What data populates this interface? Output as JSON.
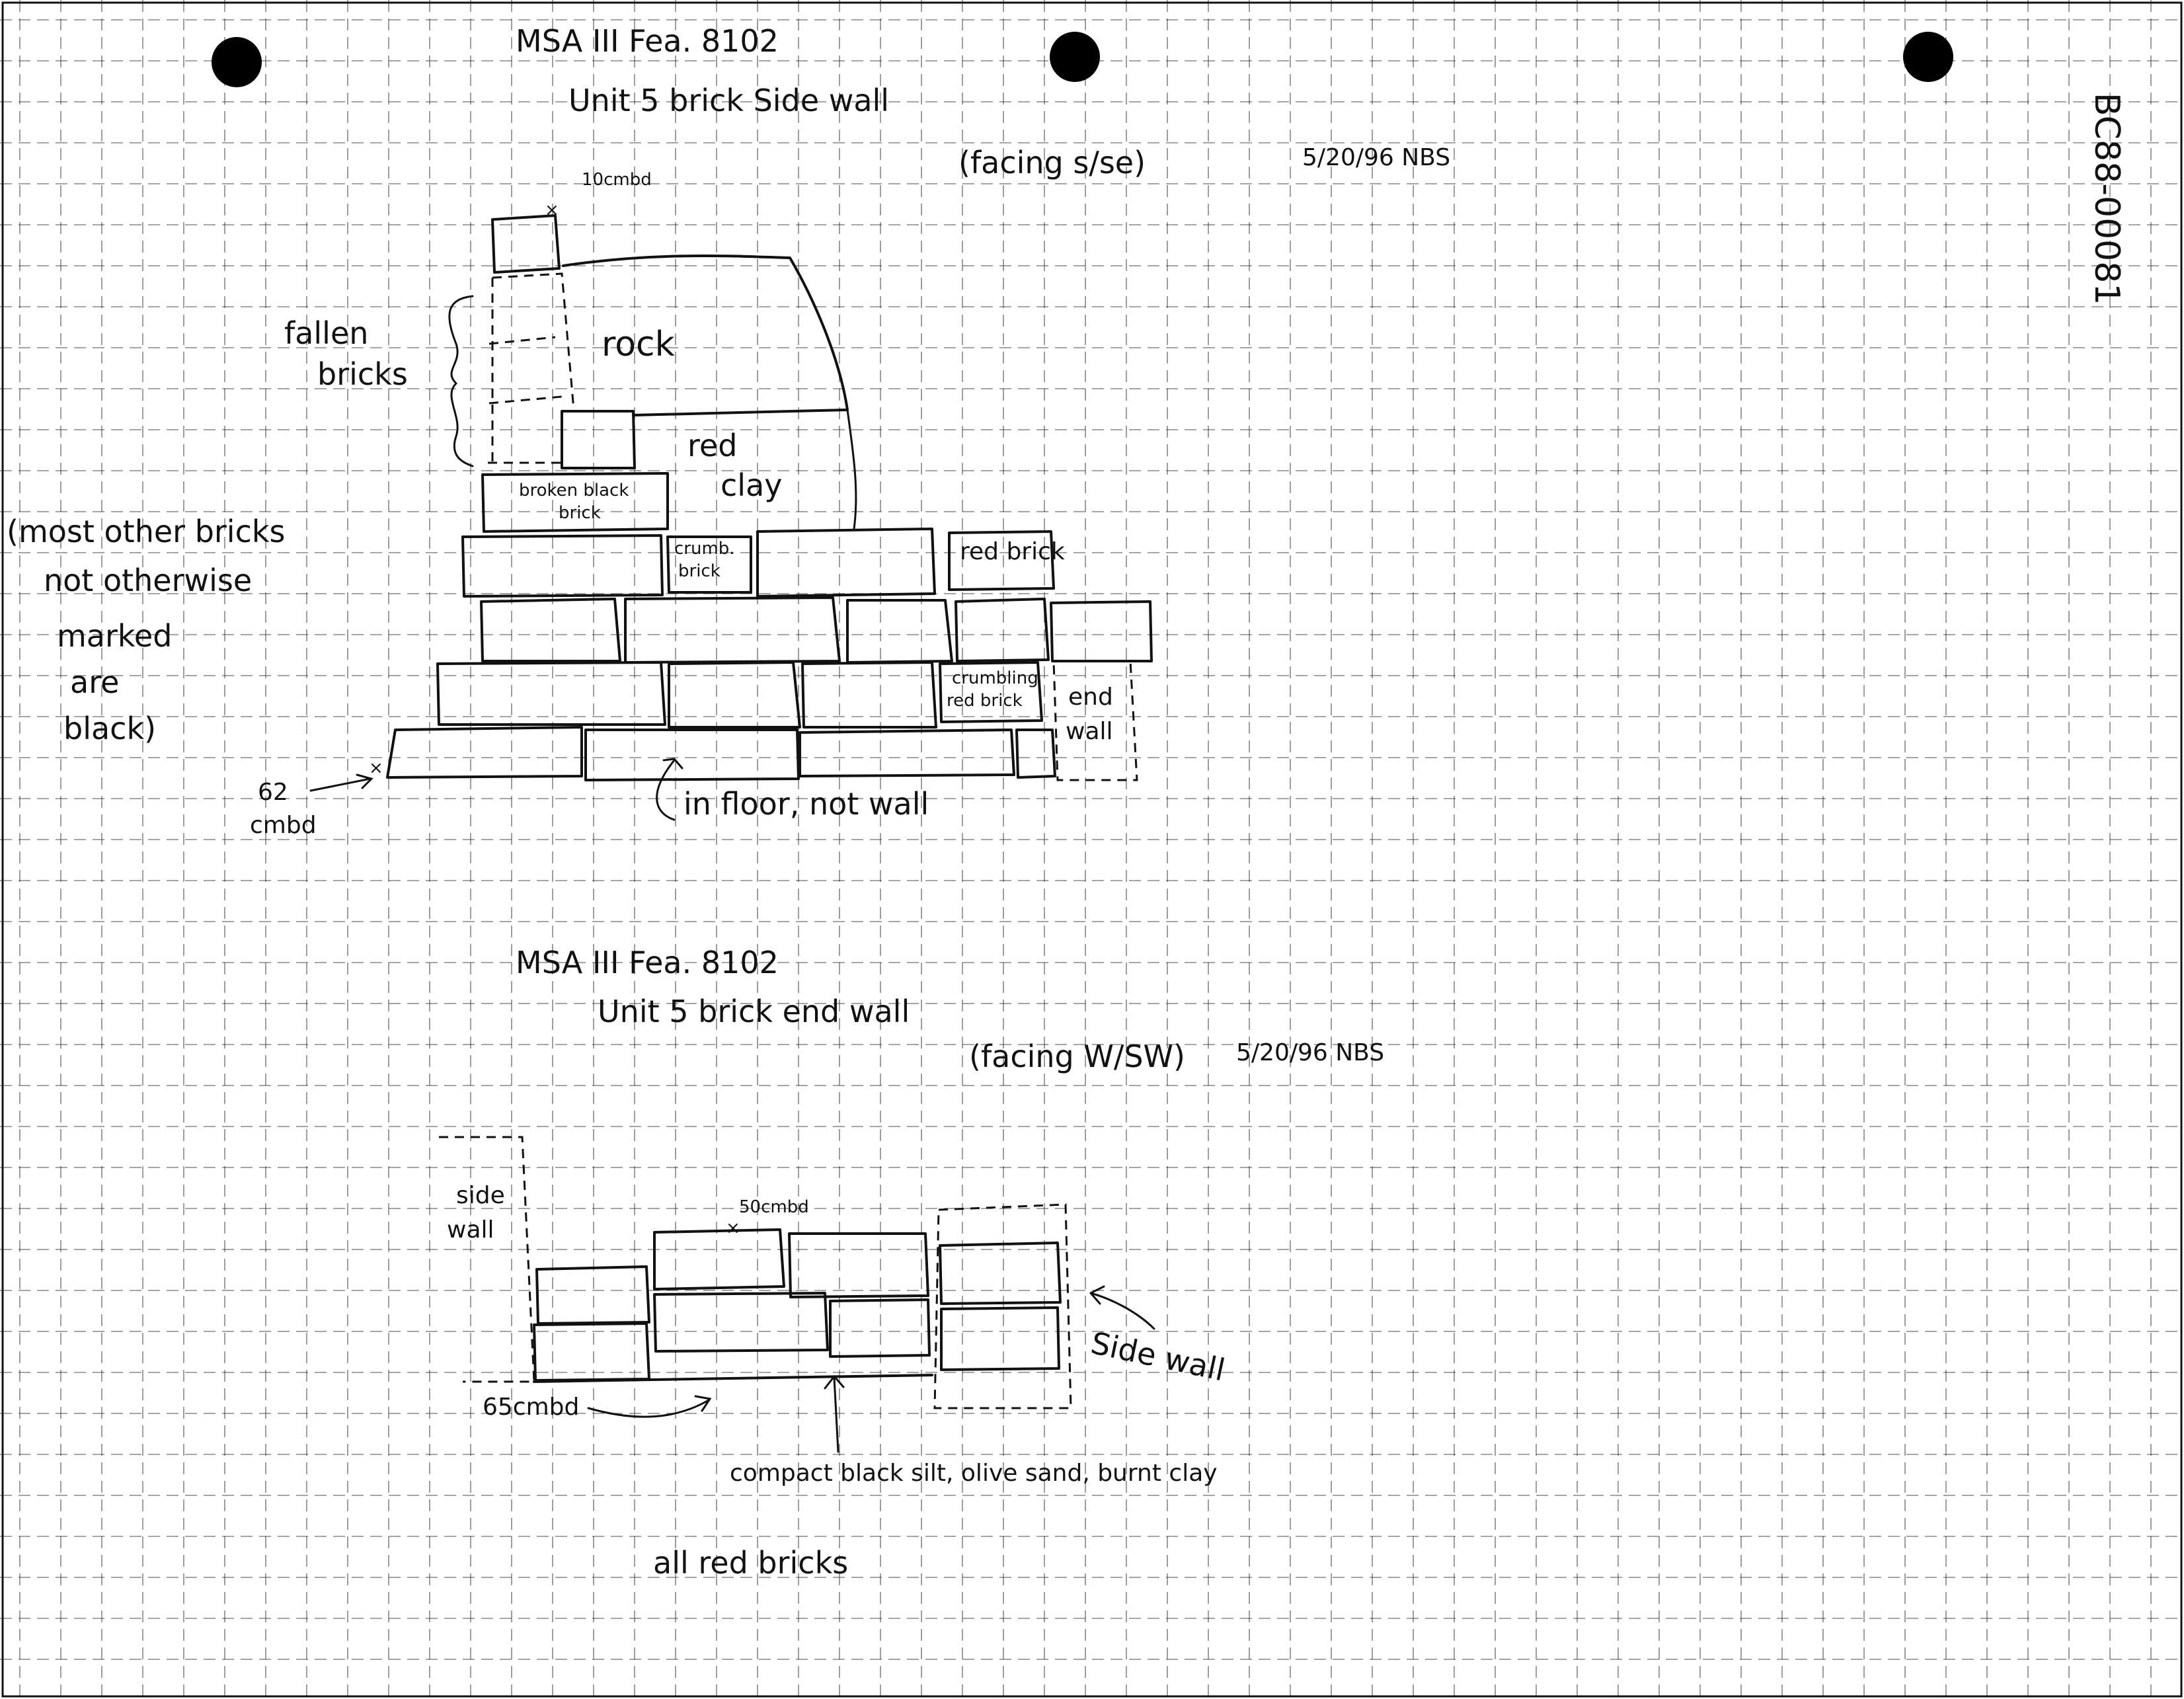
{
  "page": {
    "background": "#ffffff",
    "ink": "#111111"
  },
  "accession": "BC88-00081",
  "side_wall": {
    "title_line1": "MSA III   Fea. 8102",
    "title_line2": "Unit 5     brick Side wall",
    "facing": "(facing s/se)",
    "date": "5/20/96 NBS",
    "datum_top": "10cmbd",
    "datum_base": "62 cmbd",
    "label_fallen": "fallen bricks",
    "label_rock": "rock",
    "label_red_clay": "red clay",
    "label_broken": "broken black brick",
    "label_crumb1": "crumb. brick",
    "label_red_brick": "red brick",
    "label_crumb2": "crumbling red brick",
    "label_end_wall": "end wall",
    "note_most": "(most other bricks not otherwise marked are black)",
    "note_floor": "in floor, not wall"
  },
  "end_wall": {
    "title_line1": "MSA III   Fea. 8102",
    "title_line2": "Unit 5     brick end wall",
    "facing": "(facing W/SW)",
    "date": "5/20/96 NBS",
    "label_side_left": "side wall",
    "label_side_right": "Side wall",
    "datum_top": "50cmbd",
    "datum_base": "65cmbd",
    "note_soil": "compact black silt, olive sand, burnt clay",
    "note_bricks": "all red bricks"
  }
}
